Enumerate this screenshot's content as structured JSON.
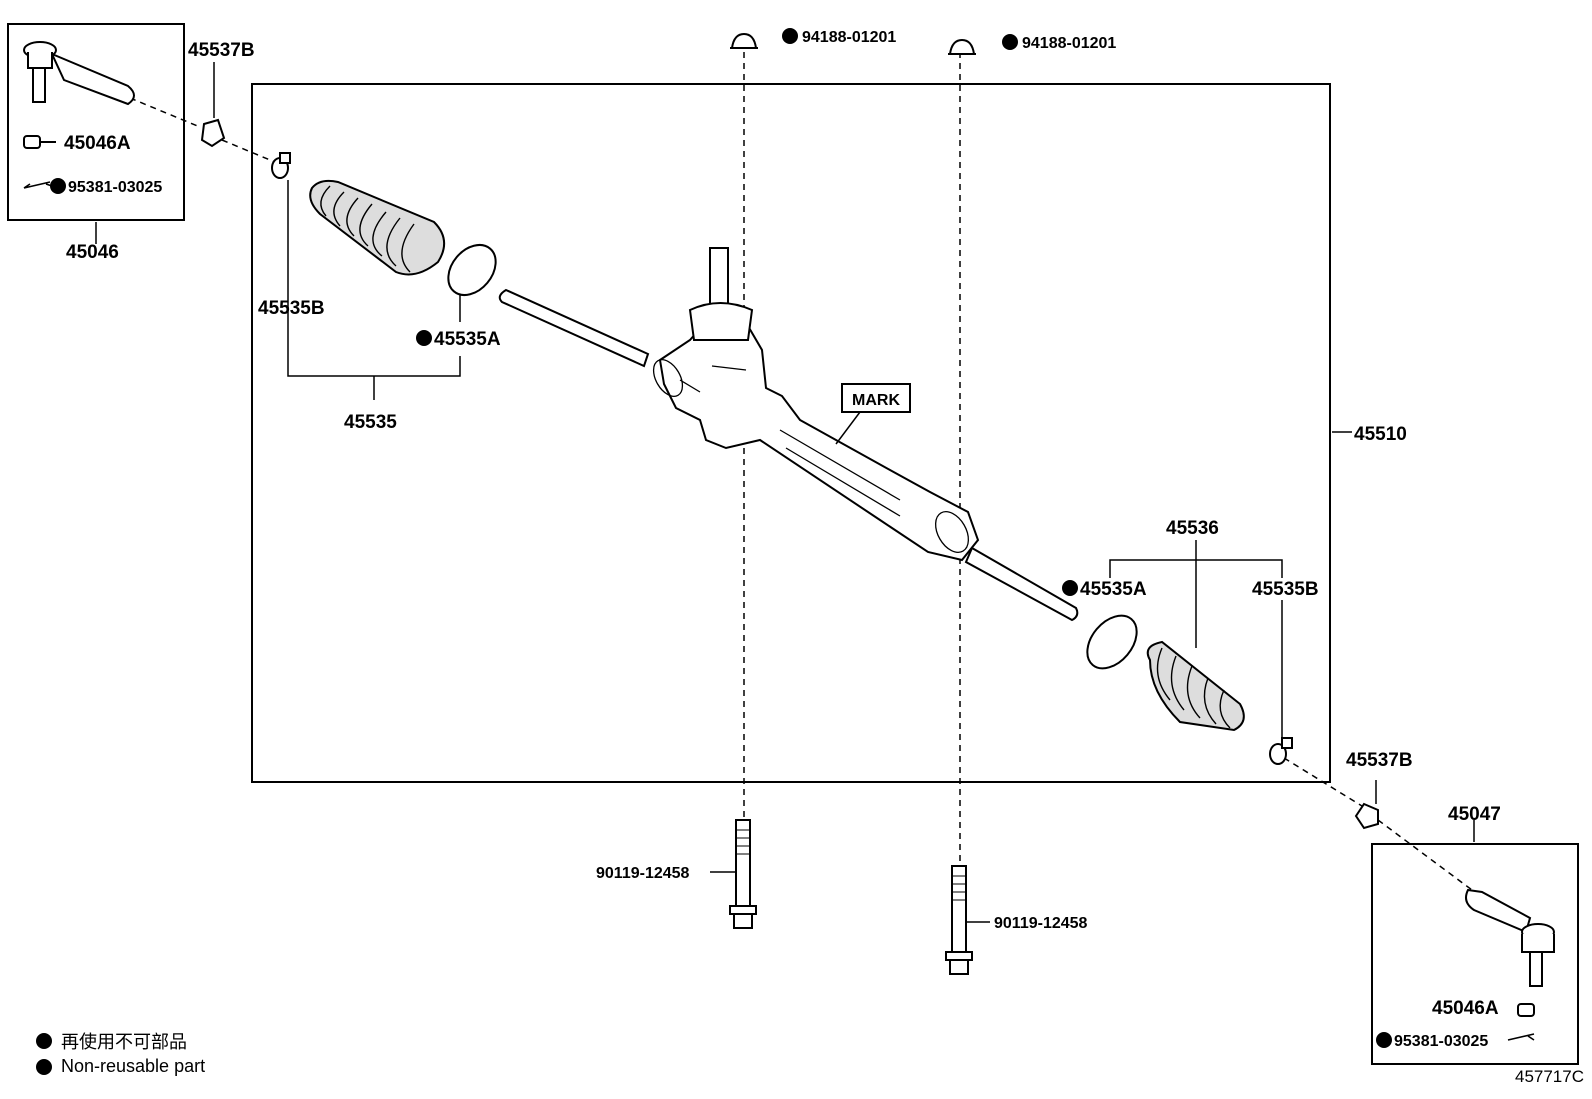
{
  "diagram": {
    "figure_code": "457717C",
    "mark_label": "MARK",
    "nr_bullet": "●",
    "labels": {
      "p45537B_left": "45537B",
      "p45046A_left": "45046A",
      "p95381_left": "95381-03025",
      "p45046": "45046",
      "p45535B_left": "45535B",
      "p45535A_left": "45535A",
      "p45535": "45535",
      "p94188_left": "94188-01201",
      "p94188_right": "94188-01201",
      "p45510": "45510",
      "p45536": "45536",
      "p45535A_right": "45535A",
      "p45535B_right": "45535B",
      "p45537B_right": "45537B",
      "p45047": "45047",
      "p90119_left": "90119-12458",
      "p90119_right": "90119-12458",
      "p45046A_right": "45046A",
      "p95381_right": "95381-03025"
    }
  },
  "legend": {
    "line1": "再使用不可部品",
    "line2": "Non-reusable part"
  }
}
